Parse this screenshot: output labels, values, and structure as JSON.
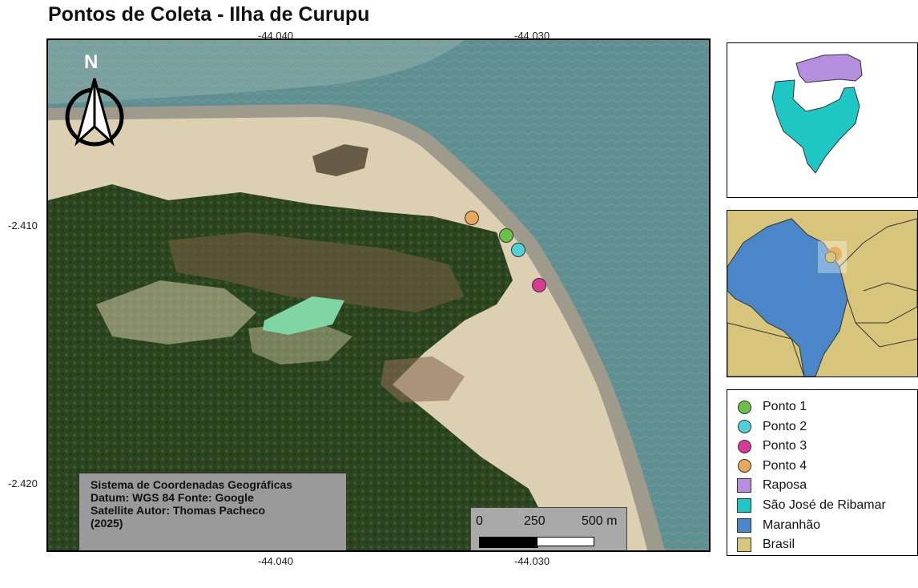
{
  "title": "Pontos de Coleta - Ilha de Curupu",
  "axes": {
    "top_ticks": [
      "-44.040",
      "-44.030"
    ],
    "bottom_ticks": [
      "-44.040",
      "-44.030"
    ],
    "left_ticks": [
      "-2.410",
      "-2.420"
    ]
  },
  "north_arrow": {
    "label": "N"
  },
  "info_box": {
    "lines": [
      "Sistema de Coordenadas Geográficas",
      "Datum: WGS 84 Fonte: Google",
      "Satellite Autor: Thomas Pacheco",
      "(2025)"
    ]
  },
  "scale_bar": {
    "labels": [
      "0",
      "250",
      "500 m"
    ]
  },
  "points": [
    {
      "name": "Ponto 1",
      "color": "#6cc04a"
    },
    {
      "name": "Ponto 2",
      "color": "#4fd1d6"
    },
    {
      "name": "Ponto 3",
      "color": "#d63c94"
    },
    {
      "name": "Ponto 4",
      "color": "#e6a85a"
    }
  ],
  "legend": {
    "items": [
      {
        "label": "Ponto 1",
        "type": "point",
        "color": "#6cc04a"
      },
      {
        "label": "Ponto 2",
        "type": "point",
        "color": "#4fd1d6"
      },
      {
        "label": "Ponto 3",
        "type": "point",
        "color": "#d63c94"
      },
      {
        "label": "Ponto 4",
        "type": "point",
        "color": "#e6a85a"
      },
      {
        "label": "Raposa",
        "type": "area",
        "color": "#b58ee0"
      },
      {
        "label": "São José de Ribamar",
        "type": "area",
        "color": "#1fc7c4"
      },
      {
        "label": "Maranhão",
        "type": "area",
        "color": "#4a86c8"
      },
      {
        "label": "Brasil",
        "type": "area",
        "color": "#d6c57a"
      }
    ]
  },
  "colors": {
    "sea": "#5b8a8c",
    "sand": "#d8ccb0",
    "vegetation": "#2f4a22",
    "raposa": "#b58ee0",
    "sao_jose": "#1fc7c4",
    "maranhao": "#4a86c8",
    "brasil": "#d6c57a"
  }
}
